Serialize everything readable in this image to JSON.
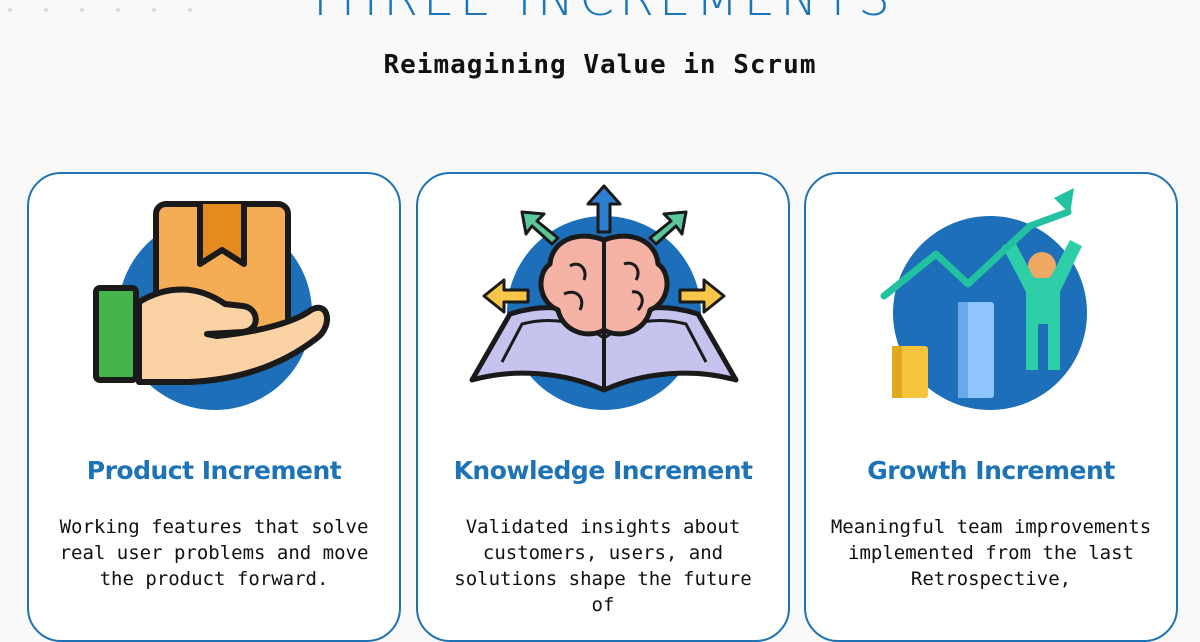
{
  "header": {
    "title": "THREE INCREMENTS",
    "subtitle": "Reimagining Value in Scrum"
  },
  "cards": [
    {
      "title": "Product Increment",
      "description": "Working features that solve real user problems and move the product forward.",
      "icon": "hand-holding-box-icon"
    },
    {
      "title": "Knowledge Increment",
      "description": "Validated insights about customers, users, and solutions shape the future of",
      "icon": "brain-book-arrows-icon"
    },
    {
      "title": "Growth Increment",
      "description": "Meaningful team improvements implemented from the last Retrospective,",
      "icon": "growth-chart-person-icon"
    }
  ],
  "colors": {
    "accent_blue": "#1d73b5",
    "circle_blue": "#1c6fb8",
    "background": "#f9f9f9"
  }
}
